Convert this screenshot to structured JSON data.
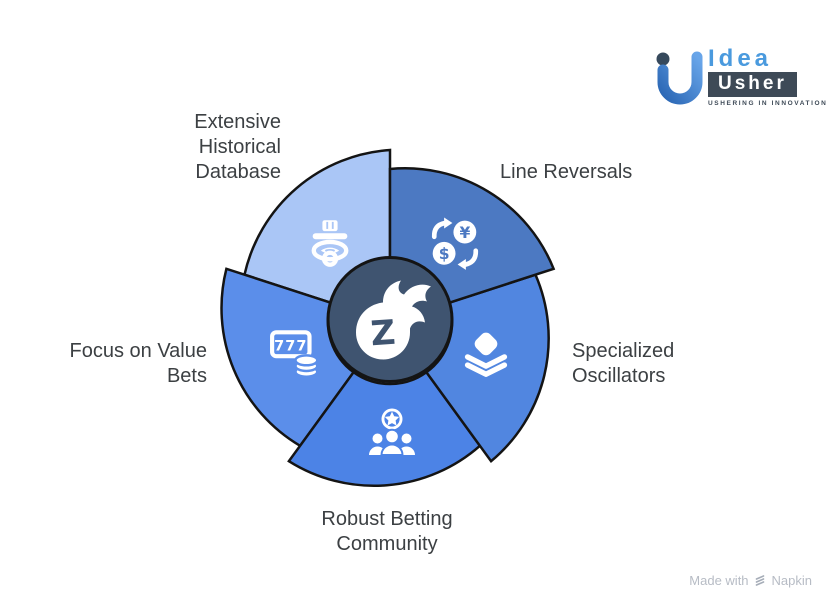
{
  "page": {
    "background": "#ffffff"
  },
  "header_logo": {
    "brand_top": "Idea",
    "brand_bottom": "Usher",
    "tagline": "USHERING IN INNOVATION",
    "mark_icon": "idea-usher-u-mark",
    "colors": {
      "brand_blue": "#4a9ade",
      "box": "#3e4a57",
      "mark_gradient_start": "#68a5e9",
      "mark_gradient_end": "#2a66b4",
      "dot": "#36495c"
    }
  },
  "diagram": {
    "type": "pinwheel-cycle",
    "label_color": "#3c4043",
    "outline_color": "#141414",
    "center": {
      "icon": "flame-z-icon",
      "fill": "#3f5470"
    },
    "segments": [
      {
        "id": "extensive-historical-database",
        "label": "Extensive Historical Database",
        "lines": [
          "Extensive",
          "Historical",
          "Database"
        ],
        "color": "#aac6f6",
        "icon": "antique-lamp-icon"
      },
      {
        "id": "line-reversals",
        "label": "Line Reversals",
        "lines": [
          "Line Reversals"
        ],
        "color": "#4c79c2",
        "icon": "currency-exchange-icon"
      },
      {
        "id": "specialized-oscillators",
        "label": "Specialized Oscillators",
        "lines": [
          "Specialized",
          "Oscillators"
        ],
        "color": "#5186e0",
        "icon": "stacked-layers-icon"
      },
      {
        "id": "robust-betting-community",
        "label": "Robust Betting Community",
        "lines": [
          "Robust Betting",
          "Community"
        ],
        "color": "#4c83e6",
        "icon": "soccer-community-icon"
      },
      {
        "id": "focus-on-value-bets",
        "label": "Focus on Value Bets",
        "lines": [
          "Focus on Value",
          "Bets"
        ],
        "color": "#5b8eea",
        "icon": "slot-777-coins-icon"
      }
    ],
    "currency_symbols": {
      "yen": "¥",
      "dollar": "$"
    },
    "slot_display": "777"
  },
  "footer": {
    "made_with": "Made with",
    "brand": "Napkin",
    "color": "#b7bcc5"
  }
}
